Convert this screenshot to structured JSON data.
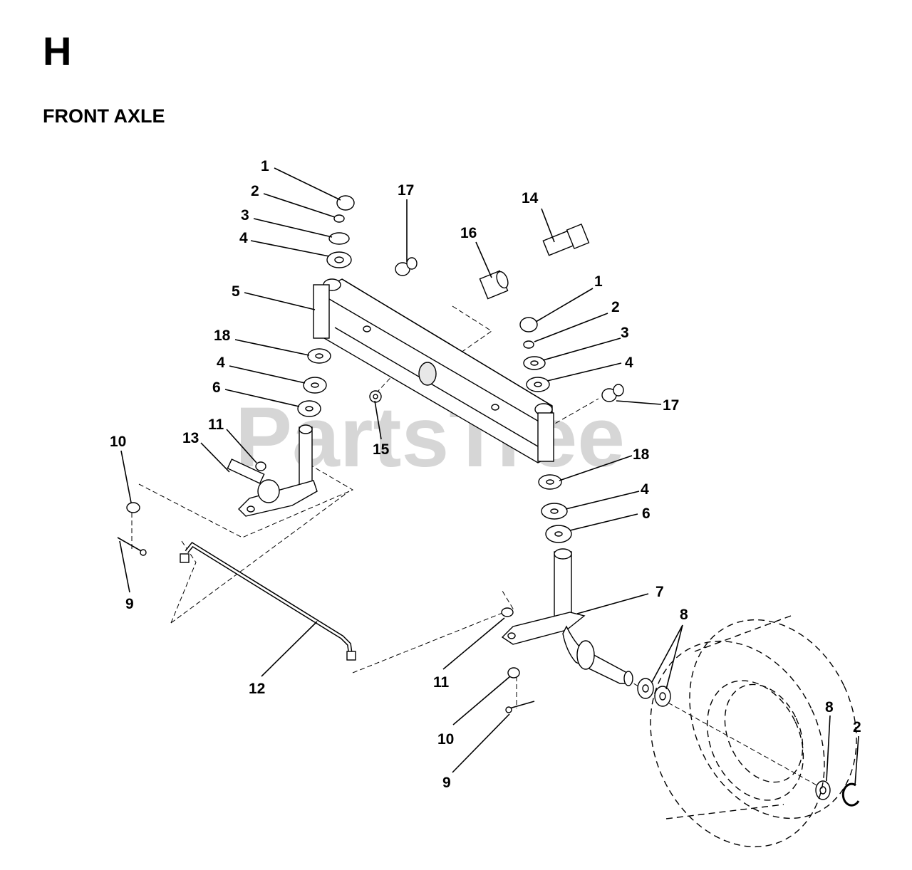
{
  "page": {
    "section_letter": "H",
    "section_title": "FRONT AXLE",
    "watermark": "PartsTree"
  },
  "callouts": [
    {
      "id": "c1a",
      "label": "1"
    },
    {
      "id": "c2a",
      "label": "2"
    },
    {
      "id": "c3a",
      "label": "3"
    },
    {
      "id": "c4a",
      "label": "4"
    },
    {
      "id": "c5",
      "label": "5"
    },
    {
      "id": "c17a",
      "label": "17"
    },
    {
      "id": "c16",
      "label": "16"
    },
    {
      "id": "c14",
      "label": "14"
    },
    {
      "id": "c1b",
      "label": "1"
    },
    {
      "id": "c2b",
      "label": "2"
    },
    {
      "id": "c3b",
      "label": "3"
    },
    {
      "id": "c4b",
      "label": "4"
    },
    {
      "id": "c18a",
      "label": "18"
    },
    {
      "id": "c4c",
      "label": "4"
    },
    {
      "id": "c6a",
      "label": "6"
    },
    {
      "id": "c17b",
      "label": "17"
    },
    {
      "id": "c15",
      "label": "15"
    },
    {
      "id": "c11a",
      "label": "11"
    },
    {
      "id": "c13",
      "label": "13"
    },
    {
      "id": "c10a",
      "label": "10"
    },
    {
      "id": "c18b",
      "label": "18"
    },
    {
      "id": "c4d",
      "label": "4"
    },
    {
      "id": "c6b",
      "label": "6"
    },
    {
      "id": "c9a",
      "label": "9"
    },
    {
      "id": "c7",
      "label": "7"
    },
    {
      "id": "c8a",
      "label": "8"
    },
    {
      "id": "c12",
      "label": "12"
    },
    {
      "id": "c11b",
      "label": "11"
    },
    {
      "id": "c10b",
      "label": "10"
    },
    {
      "id": "c8b",
      "label": "8"
    },
    {
      "id": "c2c",
      "label": "2"
    },
    {
      "id": "c9b",
      "label": "9"
    }
  ]
}
